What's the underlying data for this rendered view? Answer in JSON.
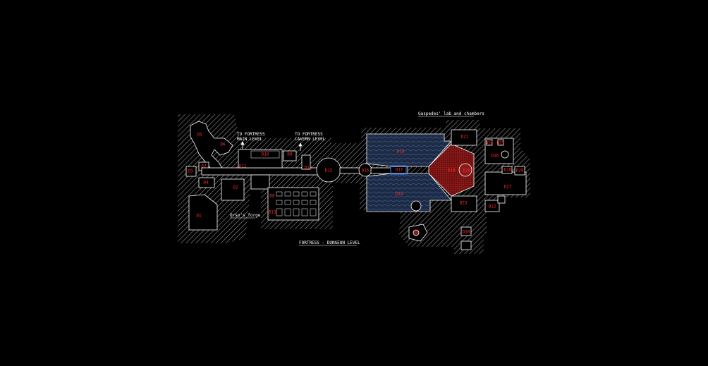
{
  "colors": {
    "background": "#000000",
    "hatch_fill": "#d9d9d9",
    "wall_line": "#ffffff",
    "room_label": "#ff2a2a",
    "water": "#1c2a44",
    "lab_red": "#8b1a1a",
    "selection": "#2d6de0"
  },
  "annotations": {
    "fortress_main": [
      "TO FORTRESS",
      "MAIN LEVEL"
    ],
    "fortress_cavern": [
      "TO FORTRESS",
      "CAVERN LEVEL"
    ],
    "lab_title": "Gaspedes' lab and chambers",
    "forge": "Orso's forge",
    "level_title": "FORTRESS - DUNGEON LEVEL"
  },
  "rooms": {
    "D1": "D1",
    "D2": "D2",
    "D3": "D3",
    "D4": "D4",
    "D5": "D5",
    "D6": "D6",
    "D7": "D7",
    "D8": "D8",
    "D9": "D9",
    "D10": "D10",
    "D11": "D11",
    "D12": "D12",
    "D13": "D13",
    "D14": "D14",
    "D15": "D15",
    "D16": "D16",
    "D17": "D17",
    "D18": "D18",
    "D19": "D19",
    "D20": "D20",
    "D21": "D21",
    "D22": "D22",
    "D23": "D23",
    "D24": "D24",
    "D25": "D25",
    "D26": "D26",
    "D27": "D27",
    "D28": "D28",
    "D29": "D29",
    "D30": "D30"
  }
}
